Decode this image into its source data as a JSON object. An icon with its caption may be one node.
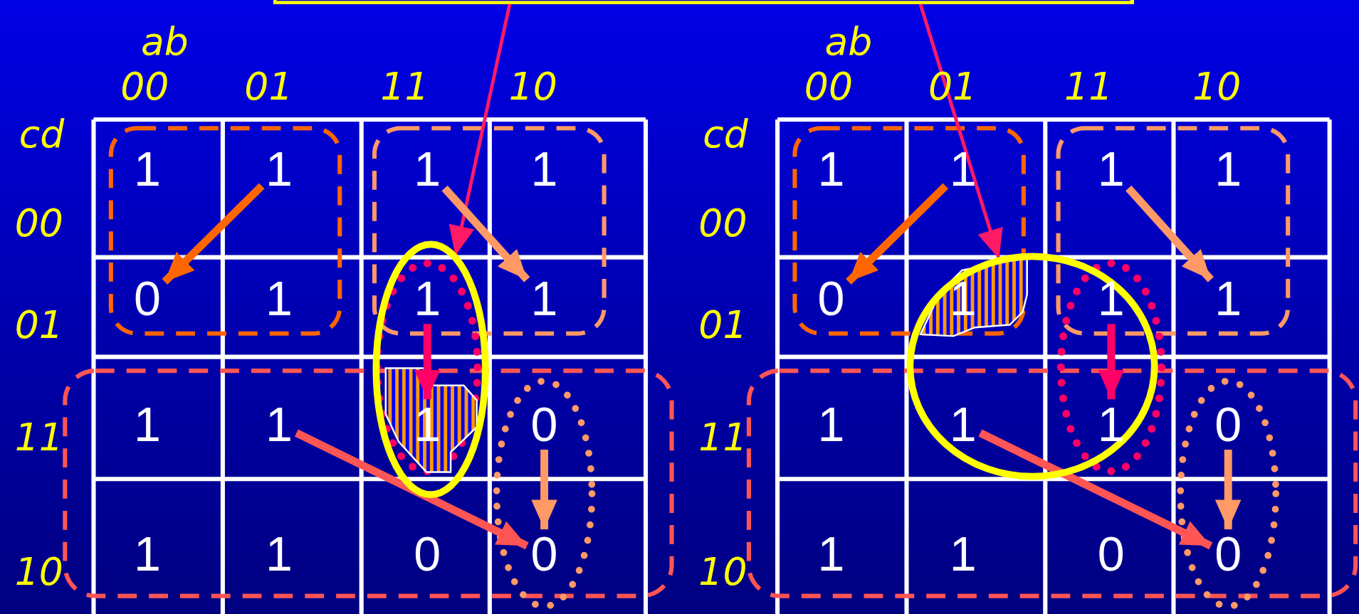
{
  "diagram": {
    "nodes": [
      {
        "text": [],
        "shape": "box"
      },
      {
        "text": [],
        "shape": "circle"
      },
      {
        "text": [
          "1"
        ]
      },
      {
        "text": [
          "1"
        ]
      },
      {
        "text": [
          "1"
        ]
      },
      {
        "text": [
          "1"
        ]
      },
      {
        "text": [
          "0"
        ]
      },
      {
        "text": [
          "1"
        ]
      },
      {
        "text": [
          "1"
        ],
        "in": 1
      },
      {
        "text": [
          "1"
        ]
      },
      {
        "text": [
          "1"
        ]
      },
      {
        "text": [
          "1"
        ]
      },
      {
        "text": [
          "1"
        ],
        "in": 1
      },
      {
        "text": [
          "0"
        ]
      },
      {
        "text": [
          "1"
        ]
      },
      {
        "text": [
          "1"
        ]
      },
      {
        "text": [
          "0"
        ]
      },
      {
        "text": [
          "0"
        ]
      },
      {
        "text": [],
        "shape": "circle"
      },
      {
        "text": [
          "1"
        ]
      },
      {
        "text": [
          "1"
        ]
      },
      {
        "text": [
          "1"
        ]
      },
      {
        "text": [
          "1"
        ]
      },
      {
        "text": [
          "0"
        ]
      },
      {
        "text": [
          "1"
        ],
        "in": 18
      },
      {
        "text": [
          "1"
        ],
        "in": 18
      },
      {
        "text": [
          "1"
        ]
      },
      {
        "text": [
          "1"
        ]
      },
      {
        "text": [
          "1"
        ],
        "in": 18
      },
      {
        "text": [
          "1"
        ],
        "in": 18
      },
      {
        "text": [
          "0"
        ]
      },
      {
        "text": [
          "1"
        ]
      },
      {
        "text": [
          "1"
        ]
      },
      {
        "text": [
          "0"
        ]
      },
      {
        "text": [
          "0"
        ]
      }
    ],
    "edges": [
      {
        "from": 0,
        "to": 1,
        "arrow": "to",
        "color": "#ff1a66"
      },
      {
        "from": 0,
        "to": 18,
        "arrow": "to",
        "color": "#ff1a66"
      },
      {
        "from": 3,
        "to": 6,
        "arrow": "to",
        "color": "#ff6600"
      },
      {
        "from": 4,
        "to": 9,
        "arrow": "to",
        "color": "#ff9966"
      },
      {
        "from": 8,
        "to": 12,
        "arrow": "to",
        "color": "#ff0066"
      },
      {
        "from": 13,
        "to": 17,
        "arrow": "to",
        "color": "#ff9966"
      },
      {
        "from": 11,
        "to": 17,
        "arrow": "to",
        "color": "#ff5555"
      },
      {
        "from": 20,
        "to": 23,
        "arrow": "to",
        "color": "#ff6600"
      },
      {
        "from": 21,
        "to": 26,
        "arrow": "to",
        "color": "#ff9966"
      },
      {
        "from": 25,
        "to": 29,
        "arrow": "to",
        "color": "#ff0066"
      },
      {
        "from": 30,
        "to": 34,
        "arrow": "to",
        "color": "#ff9966"
      },
      {
        "from": 28,
        "to": 34,
        "arrow": "to",
        "color": "#ff5555"
      }
    ],
    "labels": [
      "ab",
      "00",
      "01",
      "11",
      "10",
      "cd",
      "00",
      "01",
      "11",
      "10",
      "ab",
      "00",
      "01",
      "11",
      "10",
      "cd",
      "00",
      "01",
      "11",
      "10"
    ]
  }
}
